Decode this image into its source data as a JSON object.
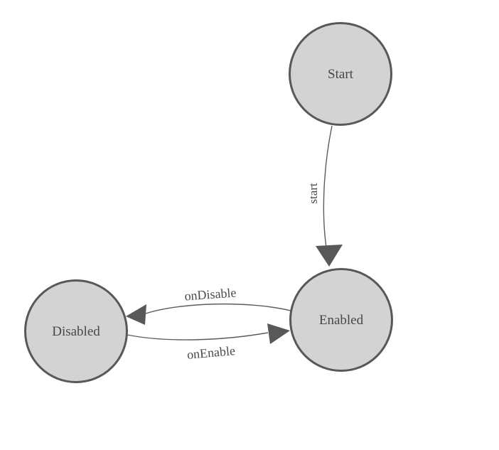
{
  "diagram": {
    "type": "state-machine",
    "background_color": "#ffffff",
    "colors": {
      "node_fill": "#d3d3d3",
      "node_stroke": "#58585a",
      "edge_stroke": "#5c5c5e",
      "arrow_fill": "#58585a",
      "label_color": "#47474a"
    },
    "nodes": [
      {
        "id": "start",
        "label": "Start"
      },
      {
        "id": "enabled",
        "label": "Enabled"
      },
      {
        "id": "disabled",
        "label": "Disabled"
      }
    ],
    "edges": [
      {
        "from": "Start",
        "to": "Enabled",
        "label": "start"
      },
      {
        "from": "Enabled",
        "to": "Disabled",
        "label": "onDisable"
      },
      {
        "from": "Disabled",
        "to": "Enabled",
        "label": "onEnable"
      }
    ]
  }
}
